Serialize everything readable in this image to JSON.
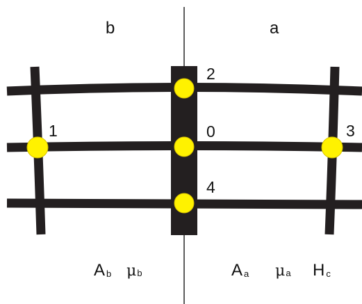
{
  "regions": {
    "left": "b",
    "right": "a"
  },
  "nodes": [
    {
      "id": "0",
      "label": "0"
    },
    {
      "id": "1",
      "label": "1"
    },
    {
      "id": "2",
      "label": "2"
    },
    {
      "id": "3",
      "label": "3"
    },
    {
      "id": "4",
      "label": "4"
    }
  ],
  "symbols": {
    "left": [
      {
        "base": "A",
        "sub": "b"
      },
      {
        "base": "μ",
        "sub": "b"
      }
    ],
    "right": [
      {
        "base": "A",
        "sub": "a"
      },
      {
        "base": "μ",
        "sub": "a"
      },
      {
        "base": "H",
        "sub": "c"
      }
    ]
  },
  "colors": {
    "grid": "#231f20",
    "node_fill": "#fff200",
    "node_stroke": "#d9c400",
    "interface": "#333333",
    "text": "#111111"
  }
}
